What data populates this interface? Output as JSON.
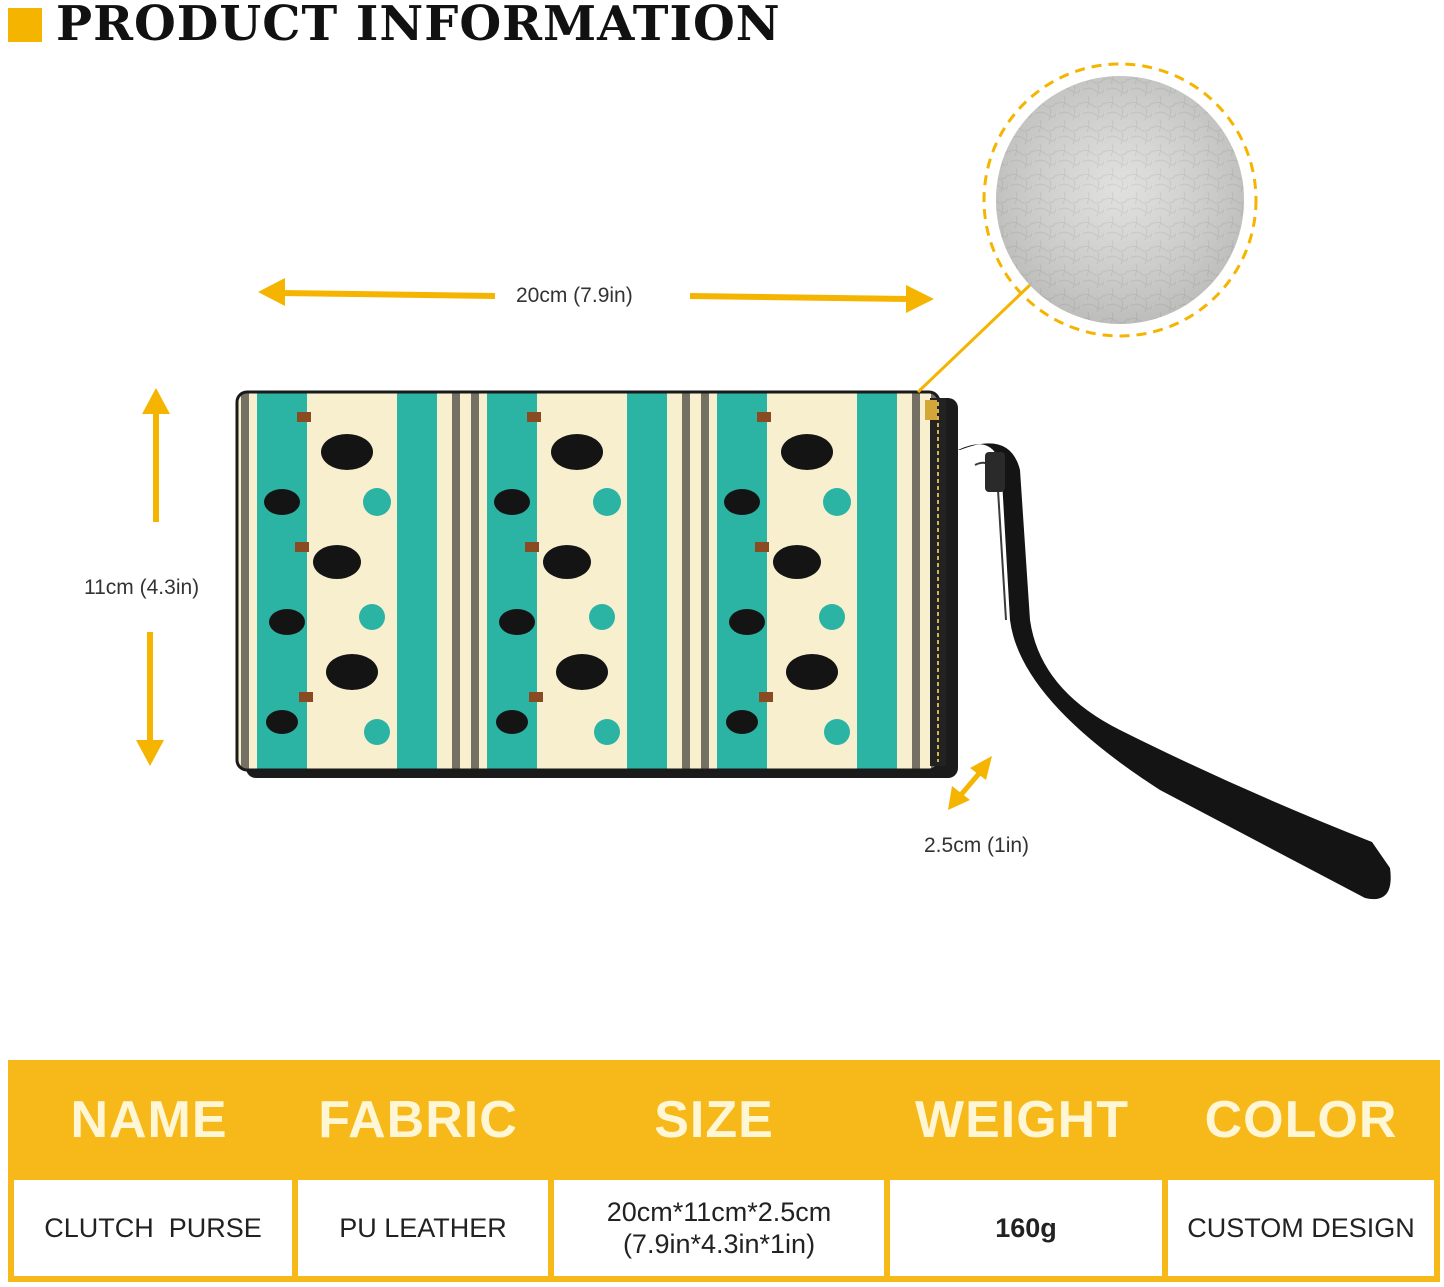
{
  "header": {
    "title": "PRODUCT INFORMATION"
  },
  "dimensions": {
    "width": "20cm (7.9in)",
    "height": "11cm (4.3in)",
    "depth": "2.5cm (1in)"
  },
  "colors": {
    "accent": "#f5b400",
    "teal": "#2bb3a3",
    "cream": "#f8efcf",
    "strap": "#111111"
  },
  "table": {
    "headers": [
      "NAME",
      "FABRIC",
      "SIZE",
      "WEIGHT",
      "COLOR"
    ],
    "values": [
      "CLUTCH  PURSE",
      "PU LEATHER",
      "20cm*11cm*2.5cm",
      "160g",
      "CUSTOM DESIGN"
    ],
    "size_sub": "(7.9in*4.3in*1in)"
  }
}
